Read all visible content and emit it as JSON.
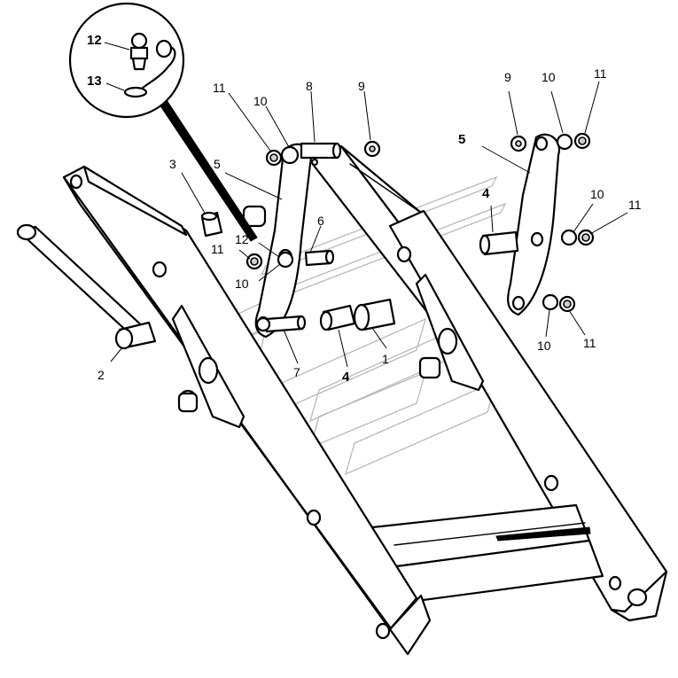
{
  "callouts": {
    "c1": "1",
    "c2": "2",
    "c3": "3",
    "c4a": "4",
    "c4b": "4",
    "c5a": "5",
    "c5b": "5",
    "c6": "6",
    "c7": "7",
    "c8": "8",
    "c9a": "9",
    "c9b": "9",
    "c10a": "10",
    "c10b": "10",
    "c10c": "10",
    "c10d": "10",
    "c10e": "10",
    "c11a": "11",
    "c11b": "11",
    "c11c": "11",
    "c11d": "11",
    "c11e": "11",
    "c12a": "12",
    "c12b": "12",
    "c13": "13"
  },
  "parts": [
    "frame",
    "crossbar",
    "pivot-pin",
    "bushing",
    "bracket-plate",
    "pin",
    "grease-nipple",
    "washer",
    "nut",
    "seal-ring"
  ],
  "colors": {
    "line": "#000000",
    "paper": "#ffffff",
    "watermark": "#b9b9b9"
  }
}
